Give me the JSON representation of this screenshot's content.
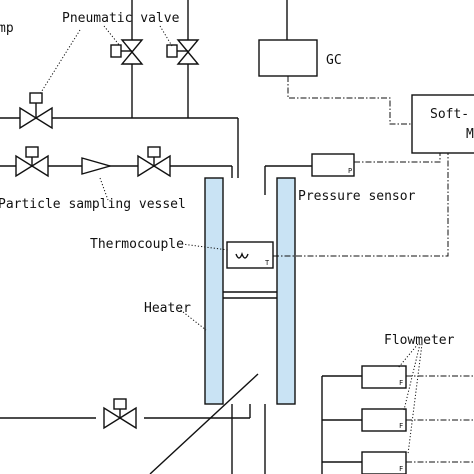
{
  "labels": {
    "pump_partial": "mp",
    "pneumatic_valve": "Pneumatic valve",
    "gc": "GC",
    "soft_partial": "Soft-",
    "m_partial": "M",
    "particle_sampling_vessel": "Particle sampling vessel",
    "pressure_sensor": "Pressure sensor",
    "thermocouple": "Thermocouple",
    "heater": "Heater",
    "flowmeter": "Flowmeter",
    "p_mark": "P",
    "f_mark": "F",
    "t_mark": "T"
  },
  "colors": {
    "line": "#111111",
    "heater_fill": "#c9e3f4"
  }
}
